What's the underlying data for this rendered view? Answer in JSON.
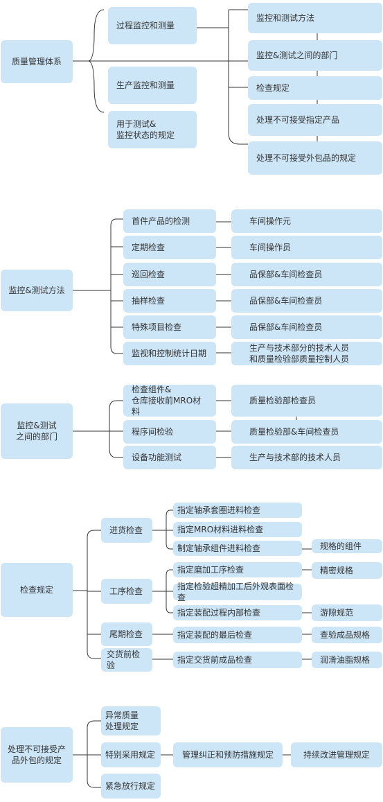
{
  "colors": {
    "node_fill": "#cce6f7",
    "line": "#333333",
    "text": "#333333"
  },
  "section1": {
    "root": "质量管理体系",
    "mid": [
      "过程监控和测量",
      "生产监控和测量",
      "用于测试&\n监控状态的规定"
    ],
    "right": [
      "监控和测试方法",
      "监控&测试之间的部门",
      "检查规定",
      "处理不可接受指定产品",
      "处理不可接受外包品的规定"
    ]
  },
  "section2": {
    "root": "监控&测试方法",
    "items": [
      "首件产品的检测",
      "定期检查",
      "巡回检查",
      "抽样检查",
      "特殊项目检查",
      "监视和控制统计日期"
    ],
    "roles": [
      "车间操作元",
      "车间操作员",
      "品保部&车间检查员",
      "品保部&车间检查员",
      "品保部&车间检查员",
      "生产与技术部分的技术人员\n和质量检验部质量控制人员"
    ]
  },
  "section3": {
    "root": "监控&测试\n之间的部门",
    "items": [
      "检查组件&\n仓库接收前MRO材料",
      "程序间检验",
      "设备功能测试"
    ],
    "roles": [
      "质量检验部检查员",
      "质量检验部&车间检查员",
      "生产与技术部的技术人员"
    ]
  },
  "section4": {
    "root": "检查规定",
    "groups": [
      "进货检查",
      "工序检查",
      "尾期检查",
      "交货前检验"
    ],
    "incoming": [
      "指定轴承套圈进料检查",
      "指定MRO材料进料检查",
      "制定轴承组件进料检查"
    ],
    "incoming_spec": "规格的组件",
    "process": [
      "指定磨加工序检查",
      "指定检验超精加工后外观表面检查",
      "指定装配过程内部检查"
    ],
    "process_specs": [
      "精密规格",
      "游隙规范"
    ],
    "final": "指定装配的最后检查",
    "final_spec": "查验成品规格",
    "delivery": "指定交货前成品检查",
    "delivery_spec": "润滑油脂规格"
  },
  "section5": {
    "root": "处理不可接受产\n品外包的规定",
    "items": [
      "异常质量\n处理规定",
      "特别采用规定",
      "紧急放行规定"
    ],
    "chain": [
      "管理纠正和预防措施规定",
      "持续改进管理规定"
    ]
  }
}
